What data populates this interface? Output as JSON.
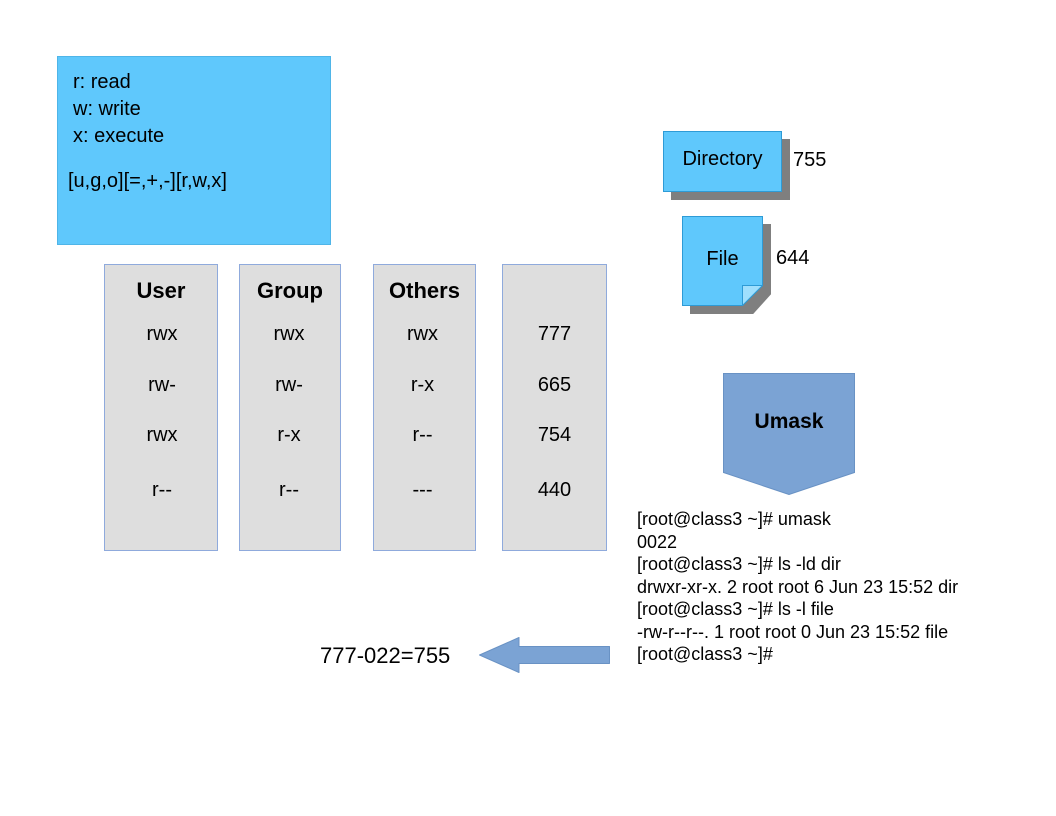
{
  "legend": {
    "lines": [
      "r: read",
      "w: write",
      "x: execute"
    ],
    "pattern": "[u,g,o][=,+,-][r,w,x]",
    "fill_color": "#5FC8FC"
  },
  "permission_table": {
    "columns": [
      {
        "header": "User",
        "cells": [
          "rwx",
          "rw-",
          "rwx",
          "r--"
        ]
      },
      {
        "header": "Group",
        "cells": [
          "rwx",
          "rw-",
          "r-x",
          "r--"
        ]
      },
      {
        "header": "Others",
        "cells": [
          "rwx",
          "r-x",
          "r--",
          "---"
        ]
      },
      {
        "header": "",
        "cells": [
          "777",
          "665",
          "754",
          "440"
        ]
      }
    ],
    "fill_color": "#DEDEDE",
    "border_color": "#8FAADC"
  },
  "notes": {
    "directory": {
      "label": "Directory",
      "value": "755",
      "fill_color": "#5FC8FC"
    },
    "file": {
      "label": "File",
      "value": "644",
      "fill_color": "#5FC8FC"
    }
  },
  "umask": {
    "label": "Umask",
    "fill_color": "#7BA3D4"
  },
  "terminal": {
    "lines": [
      "[root@class3 ~]# umask",
      "0022",
      "[root@class3 ~]# ls -ld dir",
      "drwxr-xr-x. 2 root root 6 Jun 23 15:52 dir",
      "[root@class3 ~]# ls -l file",
      "-rw-r--r--. 1 root root 0 Jun 23 15:52 file",
      "[root@class3 ~]#"
    ]
  },
  "equation": {
    "text": "777-022=755",
    "arrow_direction": "left",
    "arrow_color": "#7BA3D4"
  }
}
